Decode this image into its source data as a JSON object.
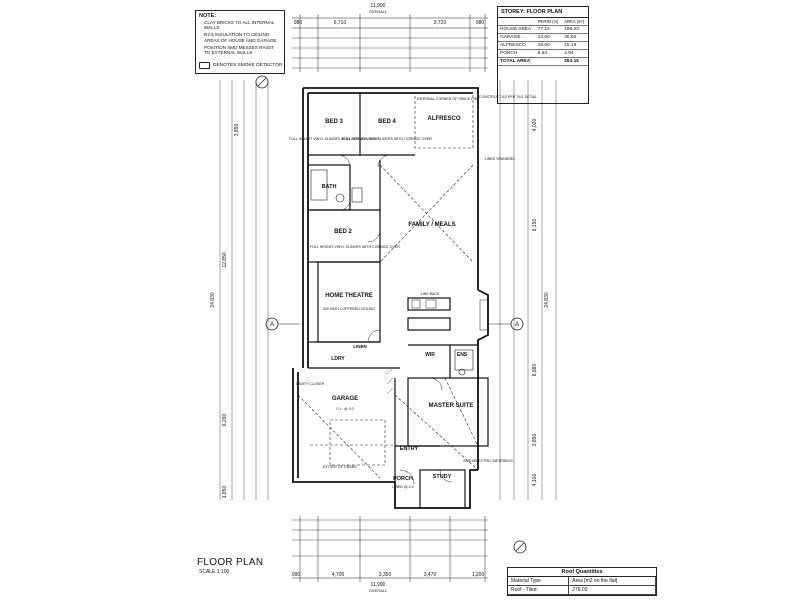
{
  "notes": {
    "title": "NOTE:",
    "items": [
      "CLAY BRICKS TO ALL INTERNAL WALLS",
      "R2.5 INSULATION TO CEILING AREAS OF HOUSE AND GARAGE",
      "POSITION SMD MESSES RAISIT TO EXTERNAL WALLS"
    ]
  },
  "legend_smoke": "DENOTES SMOKE DETECTOR",
  "area_table": {
    "title": "STOREY: FLOOR PLAN",
    "headers": [
      "",
      "PERIM (m)",
      "AREA (m²)"
    ],
    "rows": [
      [
        "HOUSE AREA",
        "77.15",
        "185.23"
      ],
      [
        "GARAGE",
        "24.60",
        "36.00"
      ],
      [
        "ALFRESCO",
        "19.60",
        "15.16"
      ],
      [
        "PORCH",
        "8.64",
        "4.94"
      ]
    ],
    "total_label": "TOTAL AREA",
    "total_value": "263.15"
  },
  "rooms": {
    "bed3": "BED 3",
    "bed4": "BED 4",
    "alfresco": "ALFRESCO",
    "bath": "BATH",
    "family": "FAMILY / MEALS",
    "bed2": "BED 2",
    "theatre": "HOME THEATRE",
    "garage": "GARAGE",
    "master": "MASTER SUITE",
    "entry": "ENTRY",
    "porch": "PORCH",
    "study": "STUDY",
    "ens": "ENS",
    "wir": "WIR",
    "ldry": "LDRY",
    "linen": "LINEN"
  },
  "notes_plan": {
    "bed3_note": "FULL HEIGHT VINYL SLIDERS WITH CORNICE OVER",
    "bed4_note": "FULL HEIGHT VINYL SLIDERS WITH CORNICE OVER",
    "bed2_note": "FULL HEIGHT VINYL SLIDERS WITH CORNICE OVER",
    "theatre_note": "300 HIGH COFFERED CEILING",
    "garage_note": "C.L. @ 3.0",
    "cavity_closer": "CAVITY CLOSER",
    "extent_grano": "EXTENT OF GRANO",
    "internal_corner": "INTERNAL CORNER OF SPACE FOR",
    "construct_note": "CONSTRUCT AS PER TILE DETAIL",
    "lined_spandrel": "LINED SPANDREL",
    "line_back": "LINE BACK",
    "porch_note": "LINED @ 2.4",
    "sash": "SASH/ELECTRIC METERBOX"
  },
  "dims": {
    "overall_top": "11,990",
    "overall_bottom": "11,990",
    "overall_label": "OVERALL",
    "top_parts": [
      "980",
      "6,710",
      "3,720",
      "980"
    ],
    "bottom_parts": [
      "990",
      "4,700",
      "3,350",
      "3,470",
      "1,200"
    ],
    "left_overall": "24,830",
    "right_overall": "24,830",
    "left_parts": [
      "3,850",
      "12,850",
      "6,260",
      "1,850"
    ],
    "right_parts": [
      "4,020",
      "6,150",
      "8,880",
      "3,850",
      "4,100"
    ]
  },
  "plan_title": "FLOOR PLAN",
  "plan_scale": "SCALE 1:100",
  "section_marks": [
    "A",
    "A"
  ],
  "roof_table": {
    "title": "Roof Quantities",
    "rows": [
      [
        "Material Type",
        "Area [m2 on the flat]"
      ],
      [
        "Roof - Tiled",
        "276.03"
      ]
    ]
  }
}
